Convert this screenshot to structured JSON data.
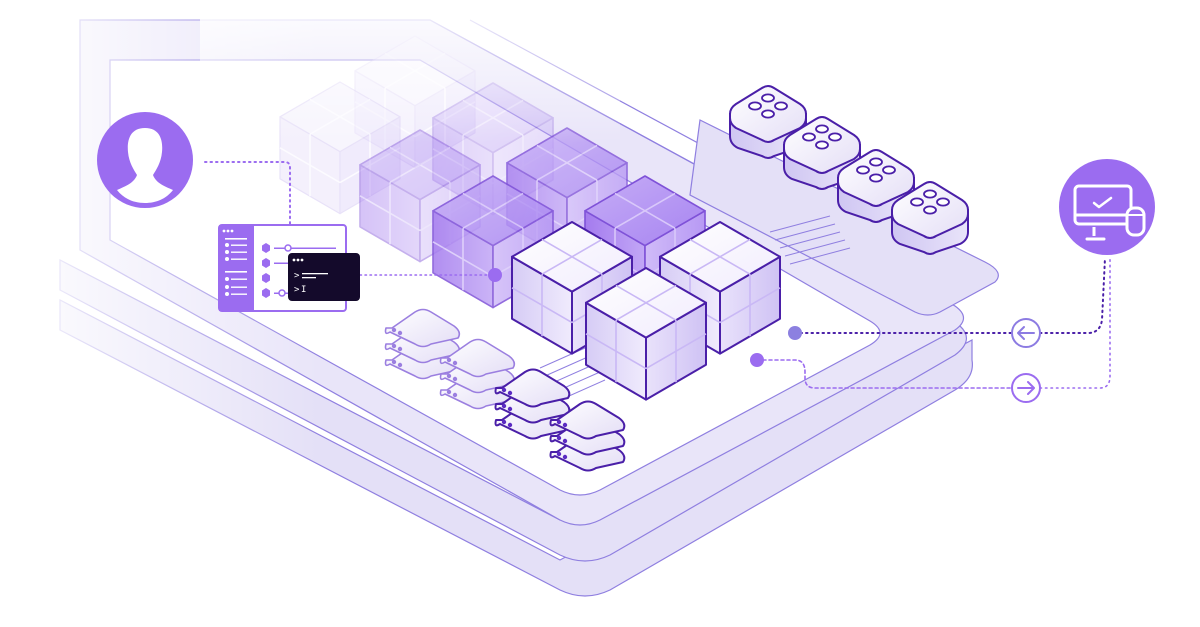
{
  "illustration": {
    "subject": "cloud-infrastructure-isometric",
    "colors": {
      "primary": "#9B6CF0",
      "dark": "#4A1FA8",
      "stroke": "#5B2BC2",
      "platform_fill": "#E4E0F7",
      "platform_stroke": "#8F7FE0",
      "cube_light": "#F3EFFD",
      "cube_mid": "#D9CCF8",
      "cube_dark": "#B08BF2",
      "terminal_bg": "#140A2B",
      "dot_blue": "#8C80E0",
      "dot_purple": "#9B6CF0"
    },
    "icons": {
      "user": "user-avatar-icon",
      "device": "desktop-check-icon",
      "inbound": "arrow-left-icon",
      "outbound": "arrow-right-icon",
      "terminal": "terminal-window-icon",
      "dashboard": "dashboard-window-icon"
    },
    "terminal": {
      "prompt_symbol": ">",
      "cursor_symbol": "I"
    },
    "counts": {
      "compute_cubes": 10,
      "server_stacks": 4,
      "dice_nodes": 4
    }
  }
}
